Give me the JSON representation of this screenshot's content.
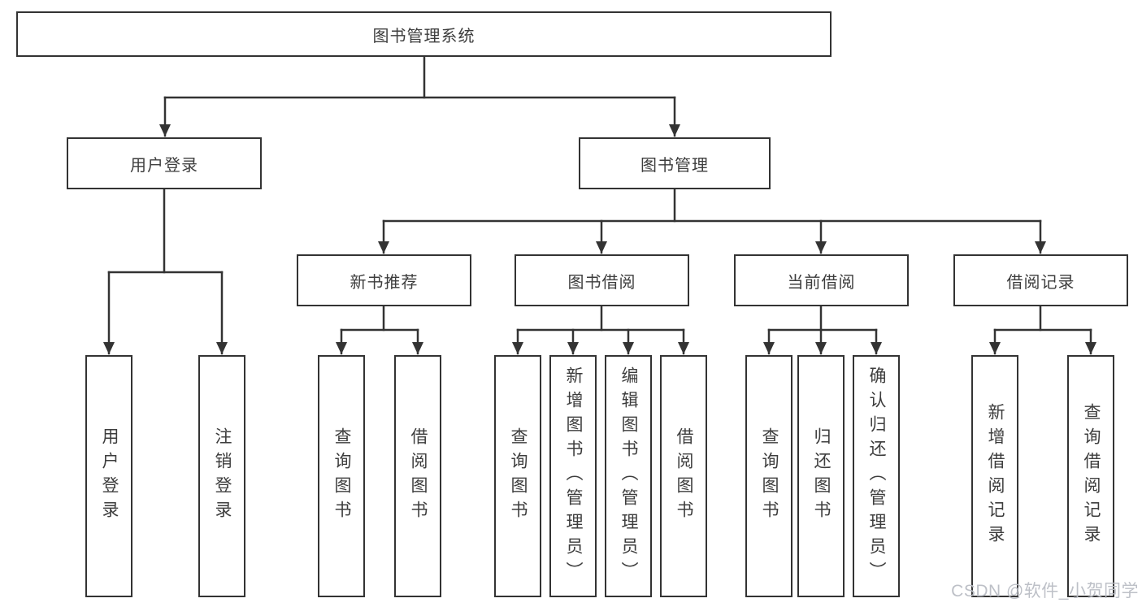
{
  "diagram": {
    "type": "hierarchy-tree",
    "root": {
      "label": "图书管理系统",
      "children": [
        {
          "label": "用户登录",
          "children": [
            {
              "label": "用户登录"
            },
            {
              "label": "注销登录"
            }
          ]
        },
        {
          "label": "图书管理",
          "children": [
            {
              "label": "新书推荐",
              "children": [
                {
                  "label": "查询图书"
                },
                {
                  "label": "借阅图书"
                }
              ]
            },
            {
              "label": "图书借阅",
              "children": [
                {
                  "label": "查询图书"
                },
                {
                  "label": "新增图书（管理员）"
                },
                {
                  "label": "编辑图书（管理员）"
                },
                {
                  "label": "借阅图书"
                }
              ]
            },
            {
              "label": "当前借阅",
              "children": [
                {
                  "label": "查询图书"
                },
                {
                  "label": "归还图书"
                },
                {
                  "label": "确认归还（管理员）"
                }
              ]
            },
            {
              "label": "借阅记录",
              "children": [
                {
                  "label": "新增借阅记录"
                },
                {
                  "label": "查询借阅记录"
                }
              ]
            }
          ]
        }
      ]
    },
    "colors": {
      "line": "#333333",
      "box_border": "#333333",
      "box_fill": "#ffffff",
      "text": "#3d3d3d",
      "background": "#ffffff"
    }
  },
  "watermark": {
    "text": "CSDN @软件_小贺同学",
    "color": "#b9bdc4"
  }
}
